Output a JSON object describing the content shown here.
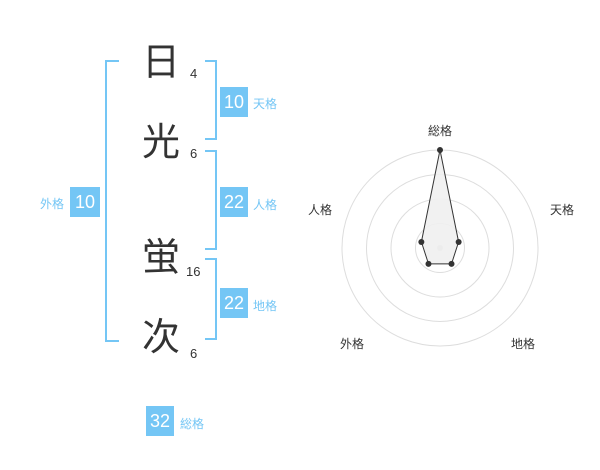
{
  "name": {
    "chars": [
      {
        "char": "日",
        "strokes": "4"
      },
      {
        "char": "光",
        "strokes": "6"
      },
      {
        "char": "蛍",
        "strokes": "16"
      },
      {
        "char": "次",
        "strokes": "6"
      }
    ]
  },
  "kakusu": {
    "tenkaku": {
      "value": "10",
      "label": "天格"
    },
    "jinkaku": {
      "value": "22",
      "label": "人格"
    },
    "chikaku": {
      "value": "22",
      "label": "地格"
    },
    "gaikaku": {
      "value": "10",
      "label": "外格"
    },
    "soukaku": {
      "value": "32",
      "label": "総格"
    }
  },
  "chart_data": {
    "type": "radar",
    "axes": [
      "総格",
      "天格",
      "地格",
      "外格",
      "人格"
    ],
    "values": [
      1.0,
      0.2,
      0.2,
      0.2,
      0.2
    ],
    "rings": 4,
    "colors": {
      "fill": "#efefef",
      "stroke": "#333333",
      "grid": "#dddddd",
      "accent": "#74c6f5"
    }
  }
}
